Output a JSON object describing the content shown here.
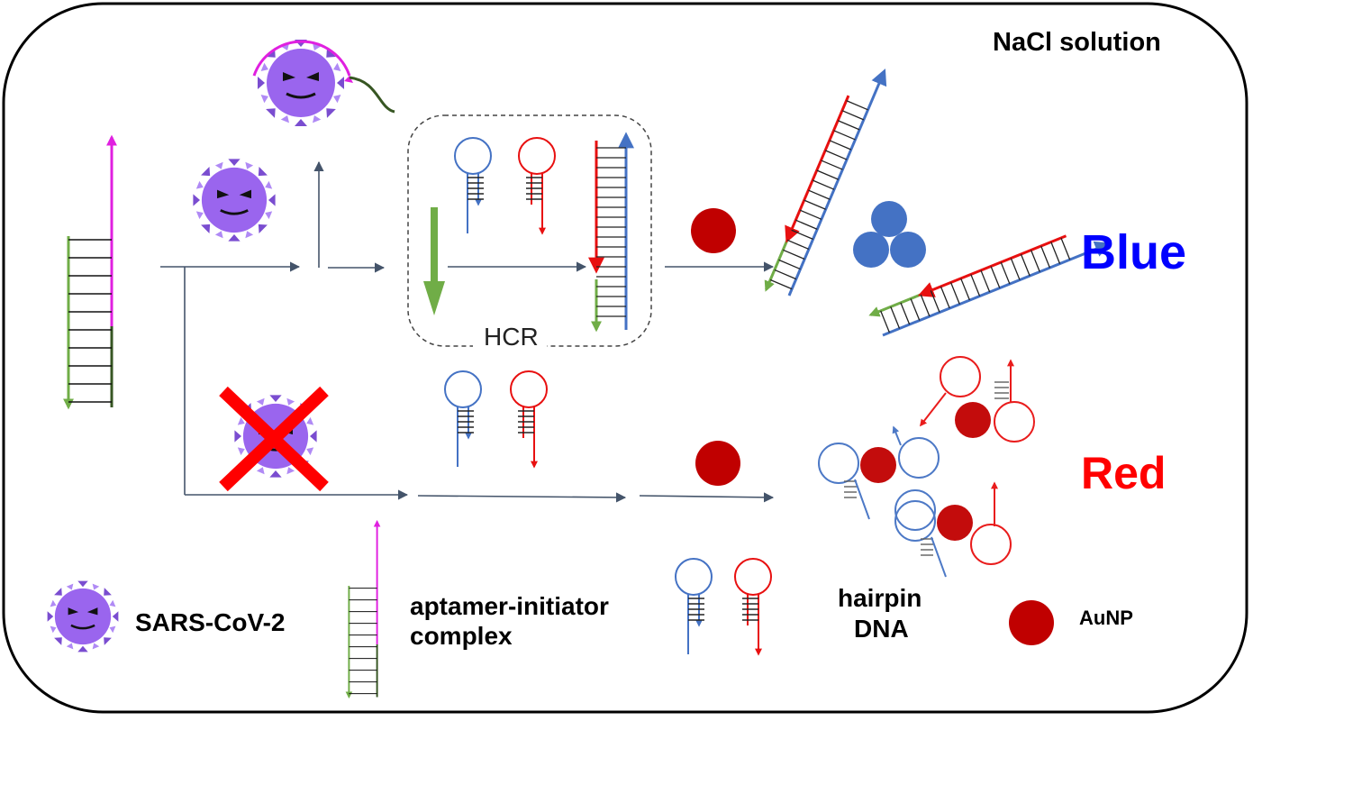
{
  "labels": {
    "solution": "NaCl solution",
    "hcr": "HCR",
    "blue": "Blue",
    "red": "Red"
  },
  "legend": {
    "virus": "SARS-CoV-2",
    "complex_line1": "aptamer-initiator",
    "complex_line2": "complex",
    "hairpin_line1": "hairpin",
    "hairpin_line2": "DNA",
    "aunp": "AuNP"
  },
  "colors": {
    "frame": "#000000",
    "arrow": "#44546a",
    "magenta": "#e020e0",
    "green": "#70ad47",
    "dark_green": "#375623",
    "blue_strand": "#4472c4",
    "red_strand": "#e81010",
    "virus": "#9a65ee",
    "virus_spike": "#7a4dd0",
    "aunp": "#c00000",
    "aggregate": "#4472c4",
    "blue_text": "#0000ff",
    "red_text": "#ff0000",
    "cross": "#ff0000"
  }
}
